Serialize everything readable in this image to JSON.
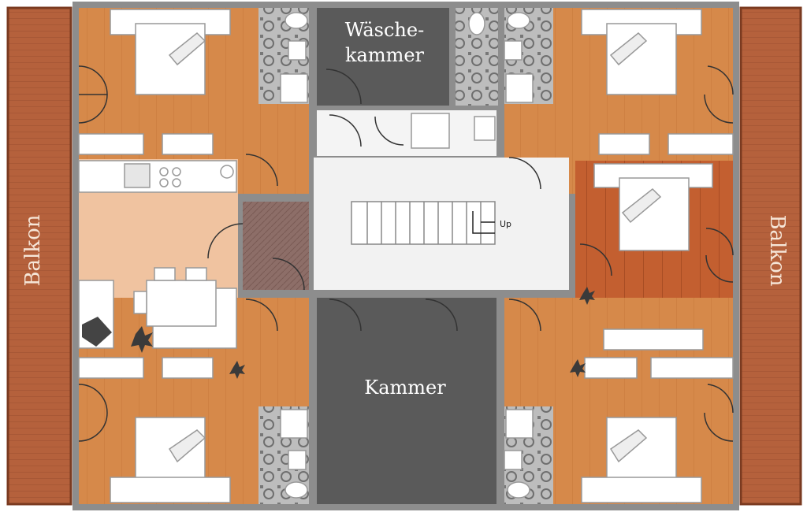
{
  "labels": {
    "balcony_left": "Balkon",
    "balcony_right": "Balkon",
    "laundry_line1": "Wäsche-",
    "laundry_line2": "kammer",
    "storage": "Kammer",
    "stair_up": "Up"
  },
  "colors": {
    "balcony": "#b5613c",
    "wood_floor": "#d6894a",
    "kitchen_floor": "#f0c3a0",
    "dark_room": "#5a5a5a",
    "wall": "#8d8d8d",
    "corridor": "#f2f2f2",
    "master_floor": "#c35f30",
    "entry_floor": "#8a6a64"
  }
}
